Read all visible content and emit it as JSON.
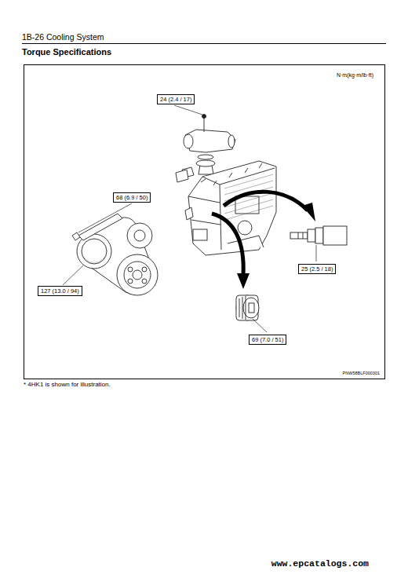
{
  "diagram": {
    "title": "Torque Specifications",
    "nodes": [
      {
        "text": [
          "24 (2.4 / 17)"
        ]
      },
      {
        "text": [
          "68 (6.9 / 50)"
        ]
      },
      {
        "text": [
          "127 (13.0 / 94)"
        ]
      },
      {
        "text": [
          "25 (2.5 / 18)"
        ]
      },
      {
        "text": [
          "69 (7.0 / 51)"
        ]
      }
    ],
    "labels": [
      "1B-26 Cooling System",
      "N·m(kg·m/lb·ft)",
      "PNW58BLF000301",
      "* 4HK1 is shown for illustration.",
      "www.epcatalogs.com"
    ]
  }
}
